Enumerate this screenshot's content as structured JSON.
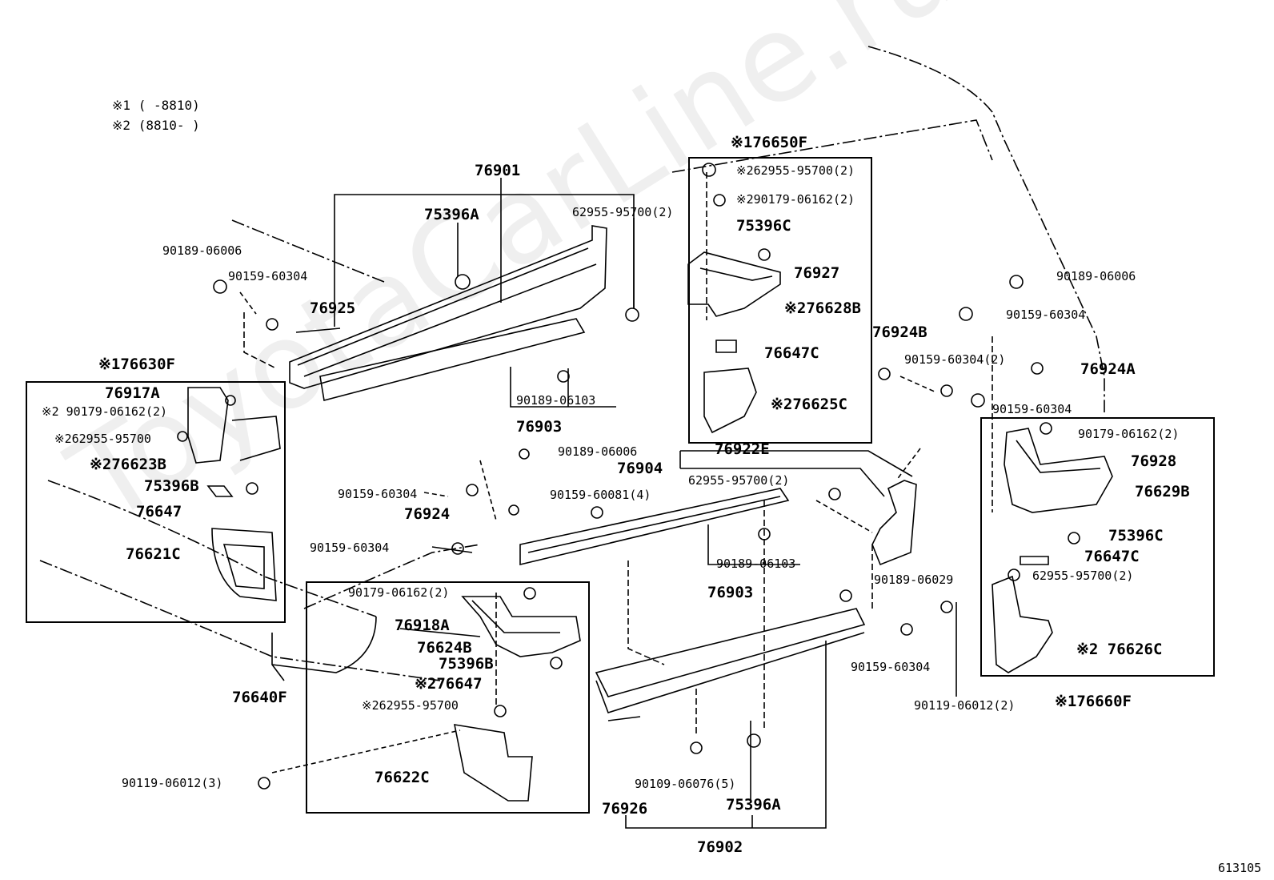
{
  "notes": [
    {
      "mark": "※1",
      "text": "(     -8810)"
    },
    {
      "mark": "※2",
      "text": "(8810-     )"
    }
  ],
  "watermark": "ToyotaCarLine.ru",
  "diagram_id": "613105",
  "labels": {
    "p76901": "76901",
    "p75396A_top": "75396A",
    "p62955_top": "62955-95700(2)",
    "p90189_06006_l": "90189-06006",
    "p90159_60304_l": "90159-60304",
    "p76925": "76925",
    "p90189_06103_a": "90189-06103",
    "p76903_a": "76903",
    "g76630F": "※176630F",
    "p76917A": "76917A",
    "p90179_06162_l": "※2 90179-06162(2)",
    "p62955_l": "※262955-95700",
    "p76623B": "※276623B",
    "p75396B_l": "75396B",
    "p76647": "76647",
    "p76621C": "76621C",
    "g76650F": "※176650F",
    "p62955_rb": "※262955-95700(2)",
    "p90179_rb": "※290179-06162(2)",
    "p75396C_rb": "75396C",
    "p76927": "76927",
    "p76628B": "※276628B",
    "p76647C_rb": "76647C",
    "p76625C": "※276625C",
    "p90189_06006_m": "90189-06006",
    "p90159_60304_m": "90159-60304",
    "p76924": "76924",
    "p90159_60304_m2": "90159-60304",
    "p90159_60081": "90159-60081(4)",
    "p76922E": "76922E",
    "p76904": "76904",
    "p62955_m": "62955-95700(2)",
    "p90189_06103_b": "90189-06103",
    "p76903_b": "76903",
    "p90179_06162_b": "90179-06162(2)",
    "p76918A": "76918A",
    "p76624B": "76624B",
    "p75396B_b": "75396B",
    "p76647_b": "※276647",
    "p62955_b": "※262955-95700",
    "p76640F": "76640F",
    "p90119_06012_3": "90119-06012(3)",
    "p76622C": "76622C",
    "p76924B": "76924B",
    "p90159_60304_2": "90159-60304(2)",
    "p90159_60304_r": "90159-60304",
    "p90189_06006_r": "90189-06006",
    "p90159_60304_r2": "90159-60304",
    "p76924A": "76924A",
    "p90189_06029": "90189-06029",
    "p90159_60304_r3": "90159-60304",
    "p90179_06162_r": "90179-06162(2)",
    "p76928": "76928",
    "p76629B": "76629B",
    "p75396C_r": "75396C",
    "p76647C_r": "76647C",
    "p62955_r": "62955-95700(2)",
    "p76626C": "※2 76626C",
    "p90119_06012_2": "90119-06012(2)",
    "g76660F": "※176660F",
    "p90109_06076": "90109-06076(5)",
    "p75396A_b": "75396A",
    "p76926": "76926",
    "p76902": "76902"
  }
}
